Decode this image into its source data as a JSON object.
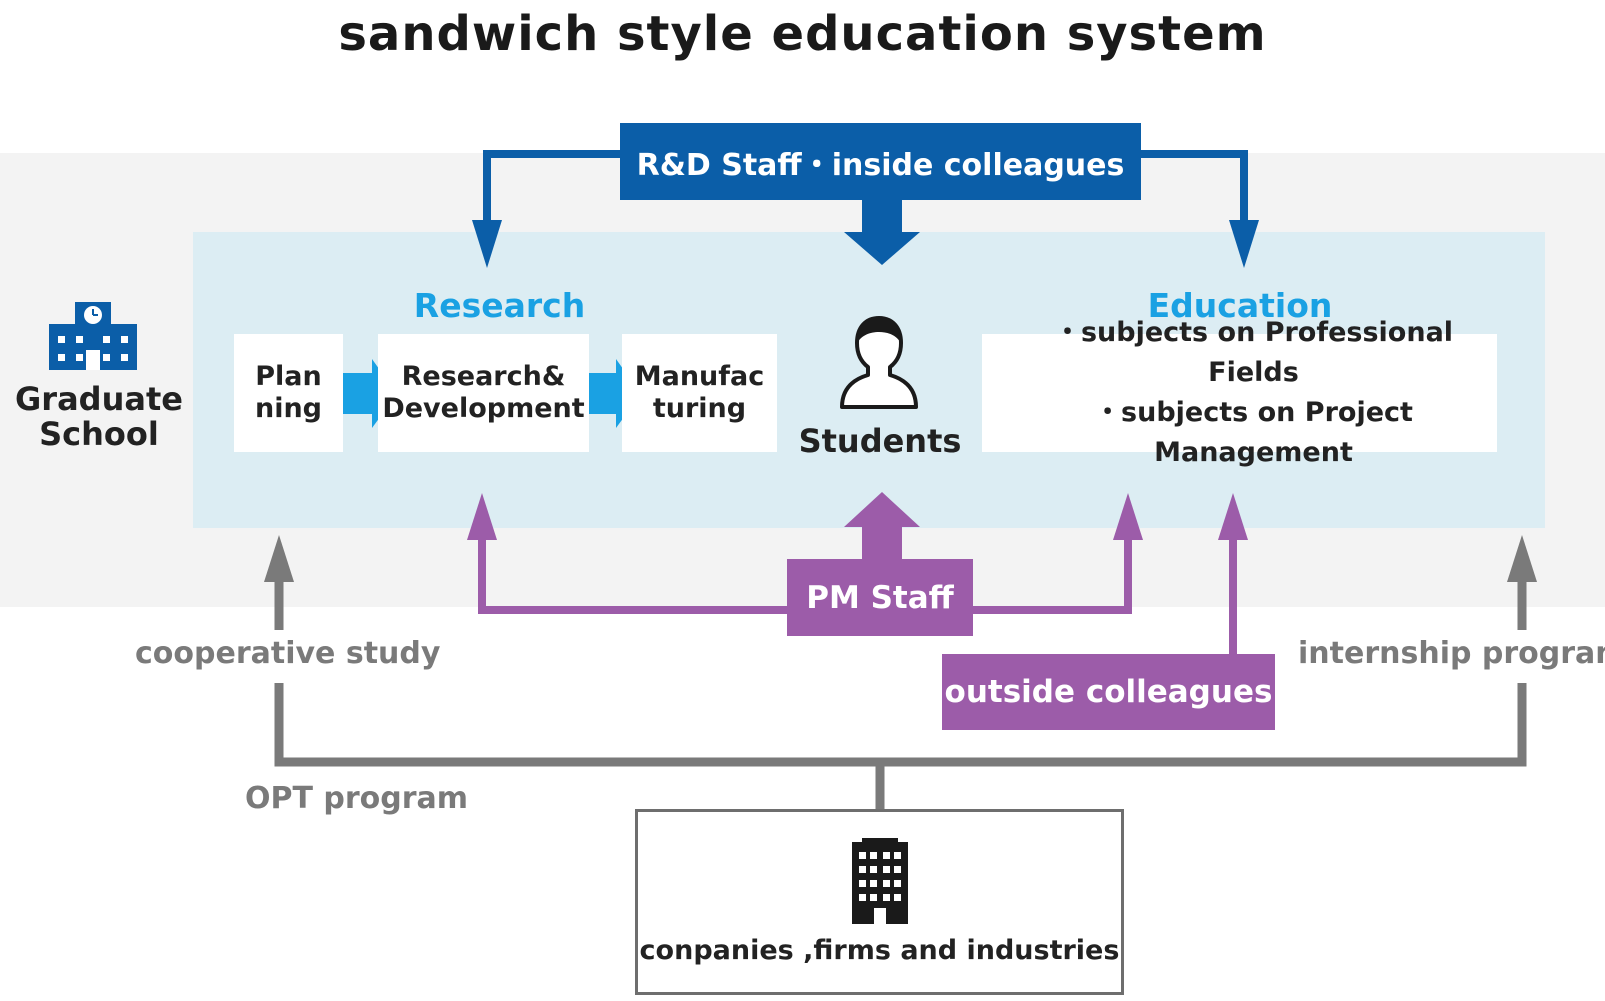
{
  "title": "sandwich style education system",
  "graduate_school": {
    "label": "Graduate\nSchool",
    "icon": "school-building-icon"
  },
  "top_staff": {
    "label": "R&D Staff・inside colleagues",
    "color": "#0b5ea8"
  },
  "research": {
    "label": "Research",
    "steps": [
      "Plan\nning",
      "Research&\nDevelopment",
      "Manufac\nturing"
    ],
    "color": "#1aa1e3"
  },
  "students": {
    "label": "Students",
    "icon": "person-icon"
  },
  "education": {
    "label": "Education",
    "items": [
      "・subjects on Professional Fields",
      "・subjects on Project Management"
    ]
  },
  "pm_staff": {
    "label": "PM Staff",
    "color": "#9c5ca9"
  },
  "outside_colleagues": {
    "label": "outside colleagues",
    "color": "#9c5ca9"
  },
  "left_link": {
    "label": "cooperative study"
  },
  "right_link": {
    "label": "internship program"
  },
  "bottom_link": {
    "label": "OPT program"
  },
  "companies": {
    "label": "conpanies ,firms and industries",
    "icon": "office-building-icon"
  }
}
